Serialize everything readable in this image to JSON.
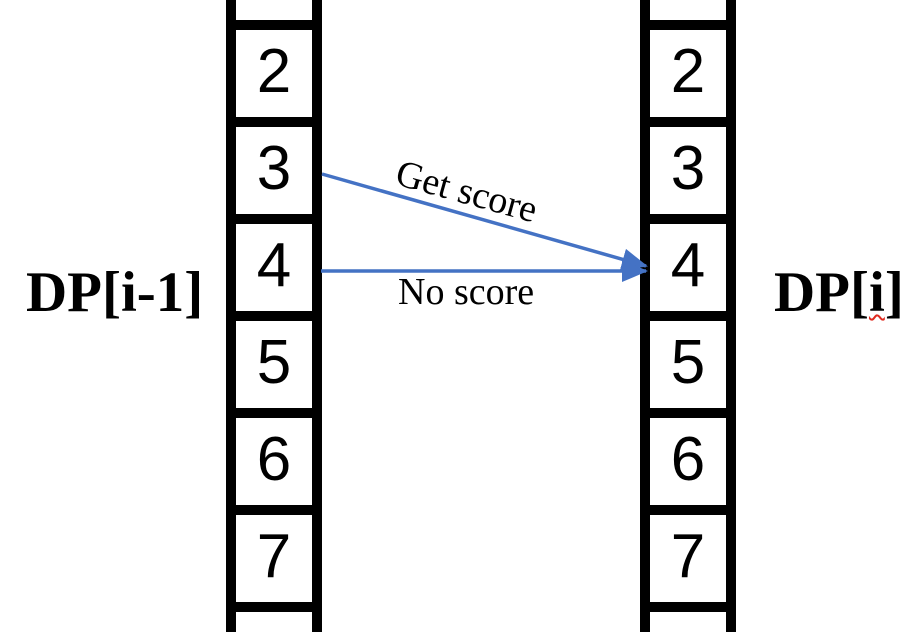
{
  "diagram": {
    "title_hint": "dynamic-programming transition between DP rows"
  },
  "labels": {
    "left_array": "DP[i-1]",
    "right_array_prefix": "DP[",
    "right_array_i": "i",
    "right_array_suffix": "]"
  },
  "columns": {
    "left": {
      "name": "DP[i-1]",
      "values": [
        "2",
        "3",
        "4",
        "5",
        "6",
        "7"
      ]
    },
    "right": {
      "name": "DP[i]",
      "values": [
        "2",
        "3",
        "4",
        "5",
        "6",
        "7"
      ]
    }
  },
  "arrows": [
    {
      "label": "Get score",
      "from_cell": "3",
      "to_cell": "4",
      "shape": "diagonal"
    },
    {
      "label": "No score",
      "from_cell": "4",
      "to_cell": "4",
      "shape": "horizontal"
    }
  ],
  "colors": {
    "arrow_blue": "#4472C4",
    "cell_border": "#000000",
    "text": "#000000",
    "misspell_underline": "#e02b20"
  }
}
